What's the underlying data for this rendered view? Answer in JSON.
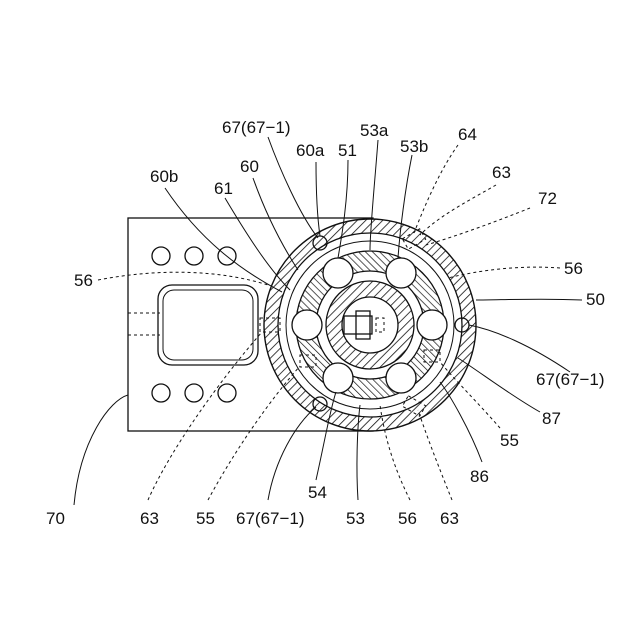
{
  "labels": {
    "l_67_top": "67(67−1)",
    "l_53a": "53a",
    "l_64": "64",
    "l_60a": "60a",
    "l_51": "51",
    "l_53b": "53b",
    "l_60": "60",
    "l_63_tr": "63",
    "l_60b": "60b",
    "l_61": "61",
    "l_72": "72",
    "l_56_left": "56",
    "l_56_right": "56",
    "l_50": "50",
    "l_67_right": "67(67−1)",
    "l_87": "87",
    "l_55_right": "55",
    "l_86": "86",
    "l_70": "70",
    "l_63_bl": "63",
    "l_55_bottom": "55",
    "l_67_bottom": "67(67−1)",
    "l_54": "54",
    "l_53": "53",
    "l_56_bottom": "56",
    "l_63_br": "63"
  }
}
